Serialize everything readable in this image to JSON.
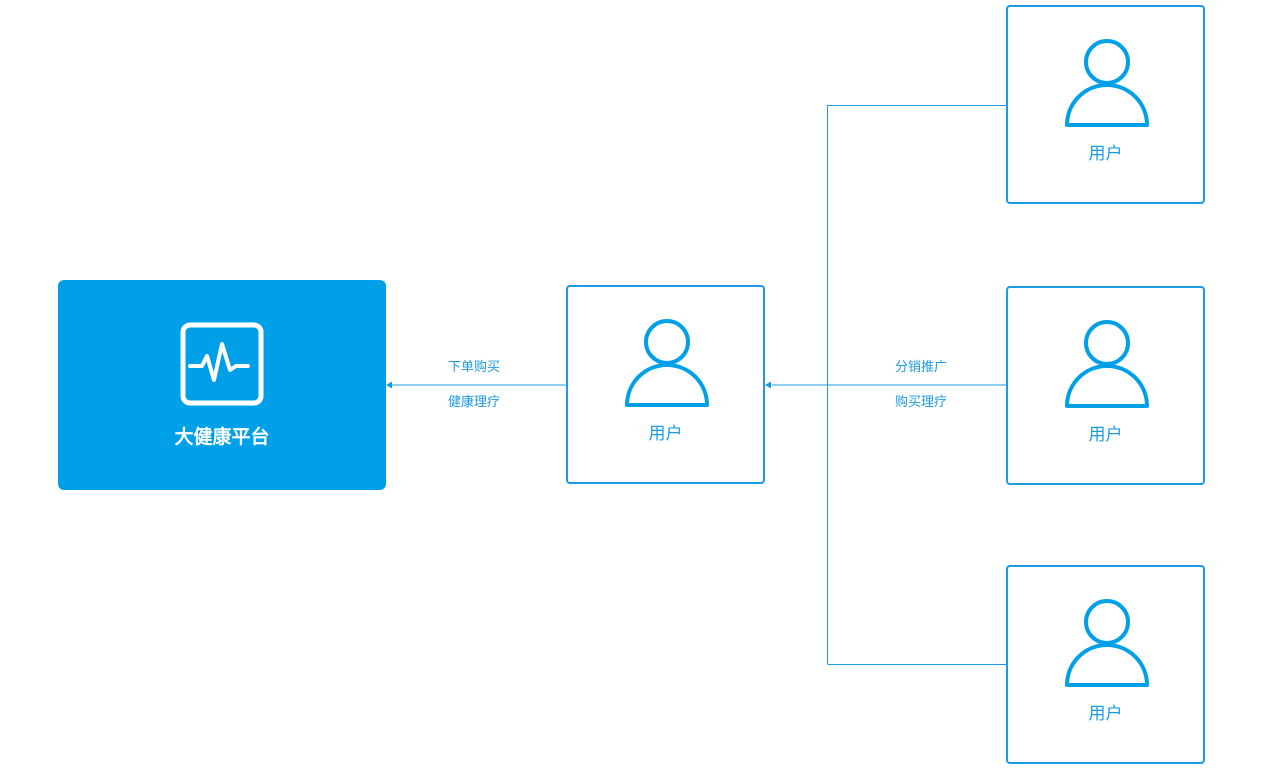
{
  "colors": {
    "accent": "#00a0e9",
    "box_border": "#1a9be2",
    "text_on_accent": "#ffffff"
  },
  "platform": {
    "label": "大健康平台",
    "icon": "heartbeat-monitor-icon"
  },
  "users": {
    "center": {
      "label": "用户",
      "icon": "user-icon"
    },
    "top": {
      "label": "用户",
      "icon": "user-icon"
    },
    "middle": {
      "label": "用户",
      "icon": "user-icon"
    },
    "bottom": {
      "label": "用户",
      "icon": "user-icon"
    }
  },
  "edges": {
    "center_to_platform": {
      "label_top": "下单购买",
      "label_bottom": "健康理疗"
    },
    "right_to_center": {
      "label_top": "分销推广",
      "label_bottom": "购买理疗"
    }
  }
}
